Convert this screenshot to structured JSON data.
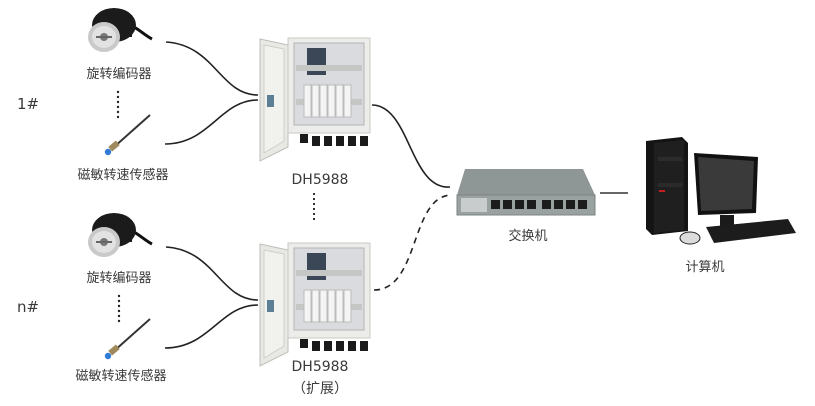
{
  "groups": [
    {
      "id": "1#",
      "label": "1#",
      "encoder_label": "旋转编码器",
      "sensor_label": "磁敏转速传感器",
      "device_label": "DH5988",
      "device_sublabel": ""
    },
    {
      "id": "n#",
      "label": "n#",
      "encoder_label": "旋转编码器",
      "sensor_label": "磁敏转速传感器",
      "device_label": "DH5988",
      "device_sublabel": "（扩展）"
    }
  ],
  "switch": {
    "label": "交换机",
    "ports": 8
  },
  "computer": {
    "label": "计算机"
  },
  "colors": {
    "wire": "#222222",
    "cabinet_body": "#e6e6e2",
    "switch_body": "#8f9696",
    "sensor_tip": "#2f7bd6"
  }
}
